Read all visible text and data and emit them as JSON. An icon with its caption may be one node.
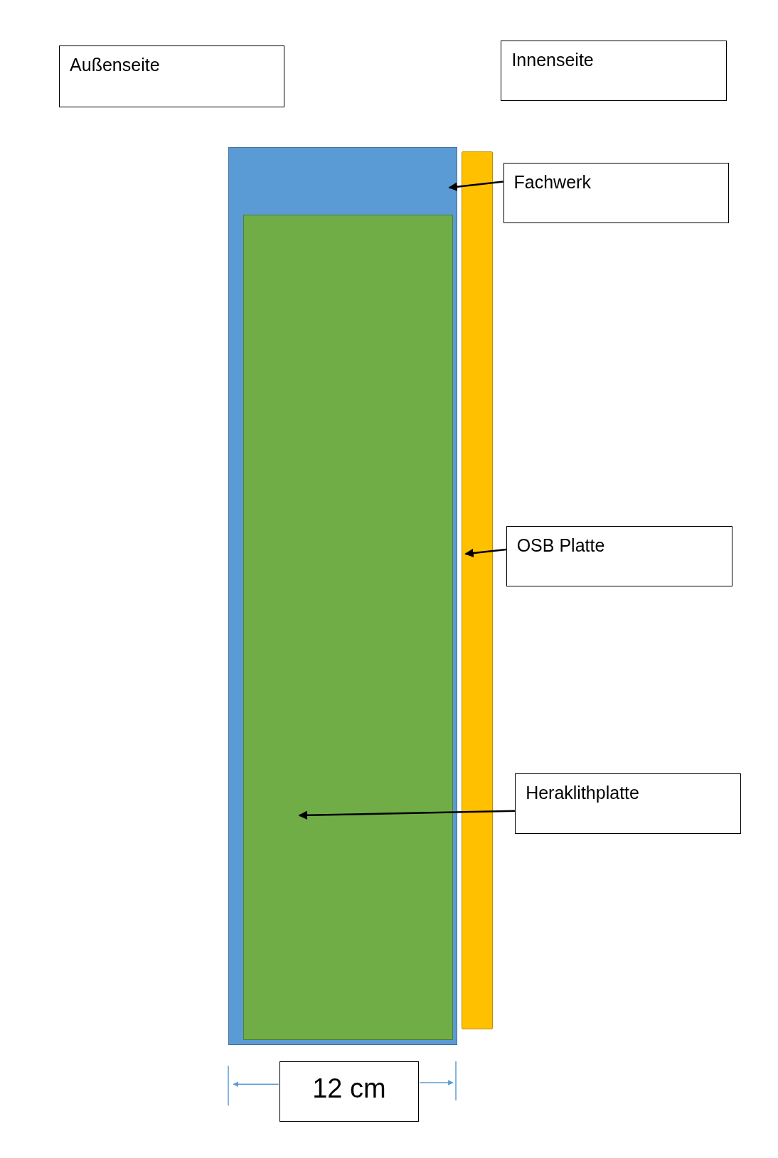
{
  "diagram": {
    "nodes": [
      {
        "text": [
          "Außenseite"
        ]
      },
      {
        "text": [
          "Innenseite"
        ]
      },
      {
        "text": [],
        "shape": "box"
      },
      {
        "text": [],
        "shape": "box",
        "in": 2
      },
      {
        "text": [],
        "shape": "bar"
      },
      {
        "text": [
          "Fachwerk"
        ]
      },
      {
        "text": [
          "OSB Platte"
        ]
      },
      {
        "text": [
          "Heraklithplatte"
        ]
      },
      {
        "text": [
          "12 cm"
        ]
      }
    ],
    "edges": [
      {
        "from": 5,
        "to": 2,
        "arrow": "to"
      },
      {
        "from": 6,
        "to": 4,
        "arrow": "to"
      },
      {
        "from": 7,
        "to": 3,
        "arrow": "to"
      }
    ]
  }
}
